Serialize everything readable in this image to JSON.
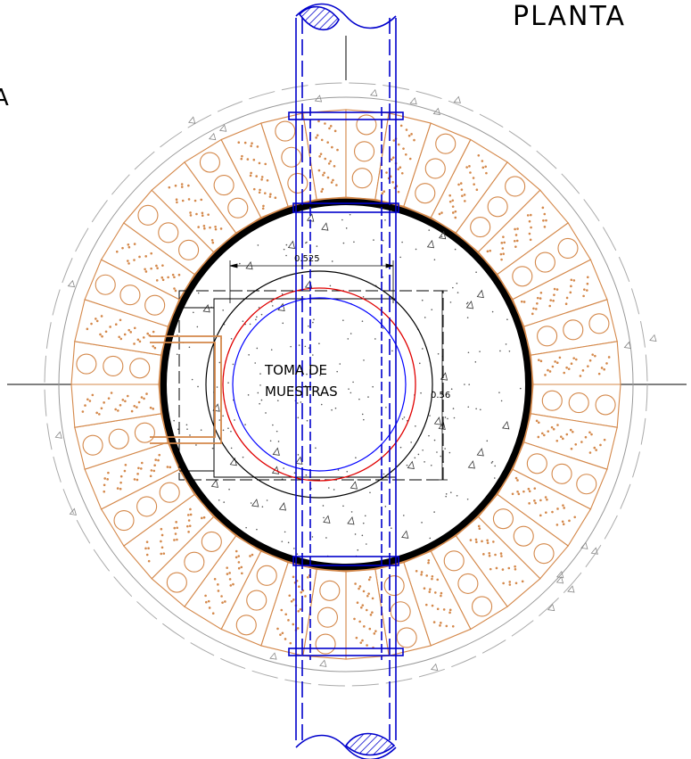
{
  "drawing": {
    "title": "PLANTA",
    "left_cut_letter": "A",
    "center_label_line1": "TOMA DE",
    "center_label_line2": "MUESTRAS",
    "dim_width": "0.525",
    "dim_height": "0.56"
  },
  "colors": {
    "brick": "#d4884a",
    "pipe": "#0000cc",
    "wall": "#000000",
    "outer_circle": "#999999",
    "red_circle": "#e00000",
    "inner_blue": "#0000ff",
    "hatch": "#0000cc"
  }
}
